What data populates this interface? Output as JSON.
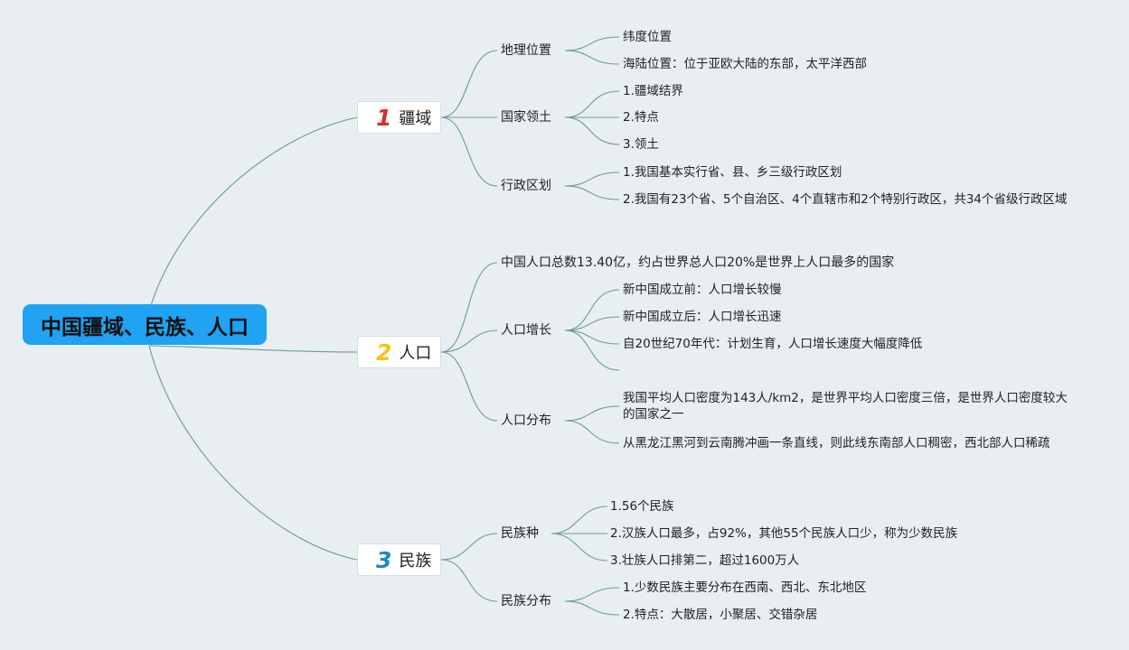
{
  "root": {
    "label": "中国疆域、民族、人口"
  },
  "colors": {
    "background": "#e8eef2",
    "root": "#1fa3f2",
    "line": "#6a9c93",
    "num1": "#d32f2f",
    "num2": "#f5c518",
    "num3": "#1e88c8"
  },
  "branches": [
    {
      "num": "1",
      "label": "疆域",
      "subs": [
        {
          "label": "地理位置",
          "leaves": [
            "纬度位置",
            "海陆位置：位于亚欧大陆的东部，太平洋西部"
          ]
        },
        {
          "label": "国家领土",
          "leaves": [
            "1.疆域结界",
            "2.特点",
            "3.领土"
          ]
        },
        {
          "label": "行政区划",
          "leaves": [
            "1.我国基本实行省、县、乡三级行政区划",
            "2.我国有23个省、5个自治区、4个直辖市和2个特别行政区，共34个省级行政区域"
          ]
        }
      ]
    },
    {
      "num": "2",
      "label": "人口",
      "subs": [
        {
          "label": "中国人口总数13.40亿，约占世界总人口20%是世界上人口最多的国家",
          "leaves": []
        },
        {
          "label": "人口增长",
          "leaves": [
            "新中国成立前：人口增长较慢",
            "新中国成立后：人口增长迅速",
            "自20世纪70年代：计划生育，人口增长速度大幅度降低",
            ""
          ]
        },
        {
          "label": "人口分布",
          "leaves": [
            "我国平均人口密度为143人/km2，是世界平均人口密度三倍，是世界人口密度较大的国家之一",
            "从黑龙江黑河到云南腾冲画一条直线，则此线东南部人口稠密，西北部人口稀疏"
          ]
        }
      ]
    },
    {
      "num": "3",
      "label": "民族",
      "subs": [
        {
          "label": "民族种",
          "leaves": [
            "1.56个民族",
            "2.汉族人口最多，占92%，其他55个民族人口少，称为少数民族",
            "3.壮族人口排第二，超过1600万人"
          ]
        },
        {
          "label": "民族分布",
          "leaves": [
            "1.少数民族主要分布在西南、西北、东北地区",
            "2.特点：大散居，小聚居、交错杂居"
          ]
        }
      ]
    }
  ]
}
